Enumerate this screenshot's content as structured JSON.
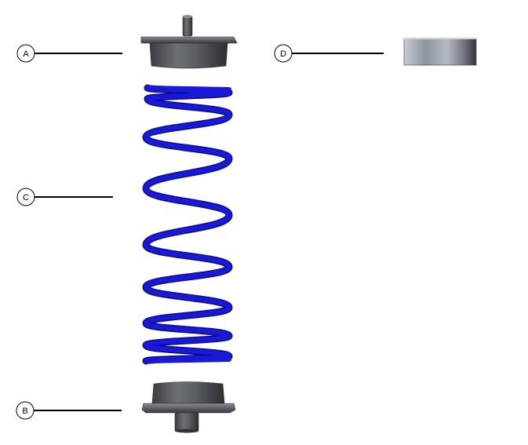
{
  "callouts": {
    "a": {
      "letter": "A",
      "part": "upper-spring-seat"
    },
    "b": {
      "letter": "B",
      "part": "lower-spring-seat"
    },
    "c": {
      "letter": "C",
      "part": "coil-spring"
    },
    "d": {
      "letter": "D",
      "part": "bushing-sleeve"
    }
  },
  "colors": {
    "spring": "#1a1ad6",
    "spring_dark": "#0b0b8f",
    "seat_mid": "#5f6266",
    "seat_dark": "#2f3133",
    "seat_light": "#8a8d91",
    "sleeve_light": "#b7bcc7",
    "sleeve_dark": "#3e434b",
    "leader_line": "#000000"
  }
}
